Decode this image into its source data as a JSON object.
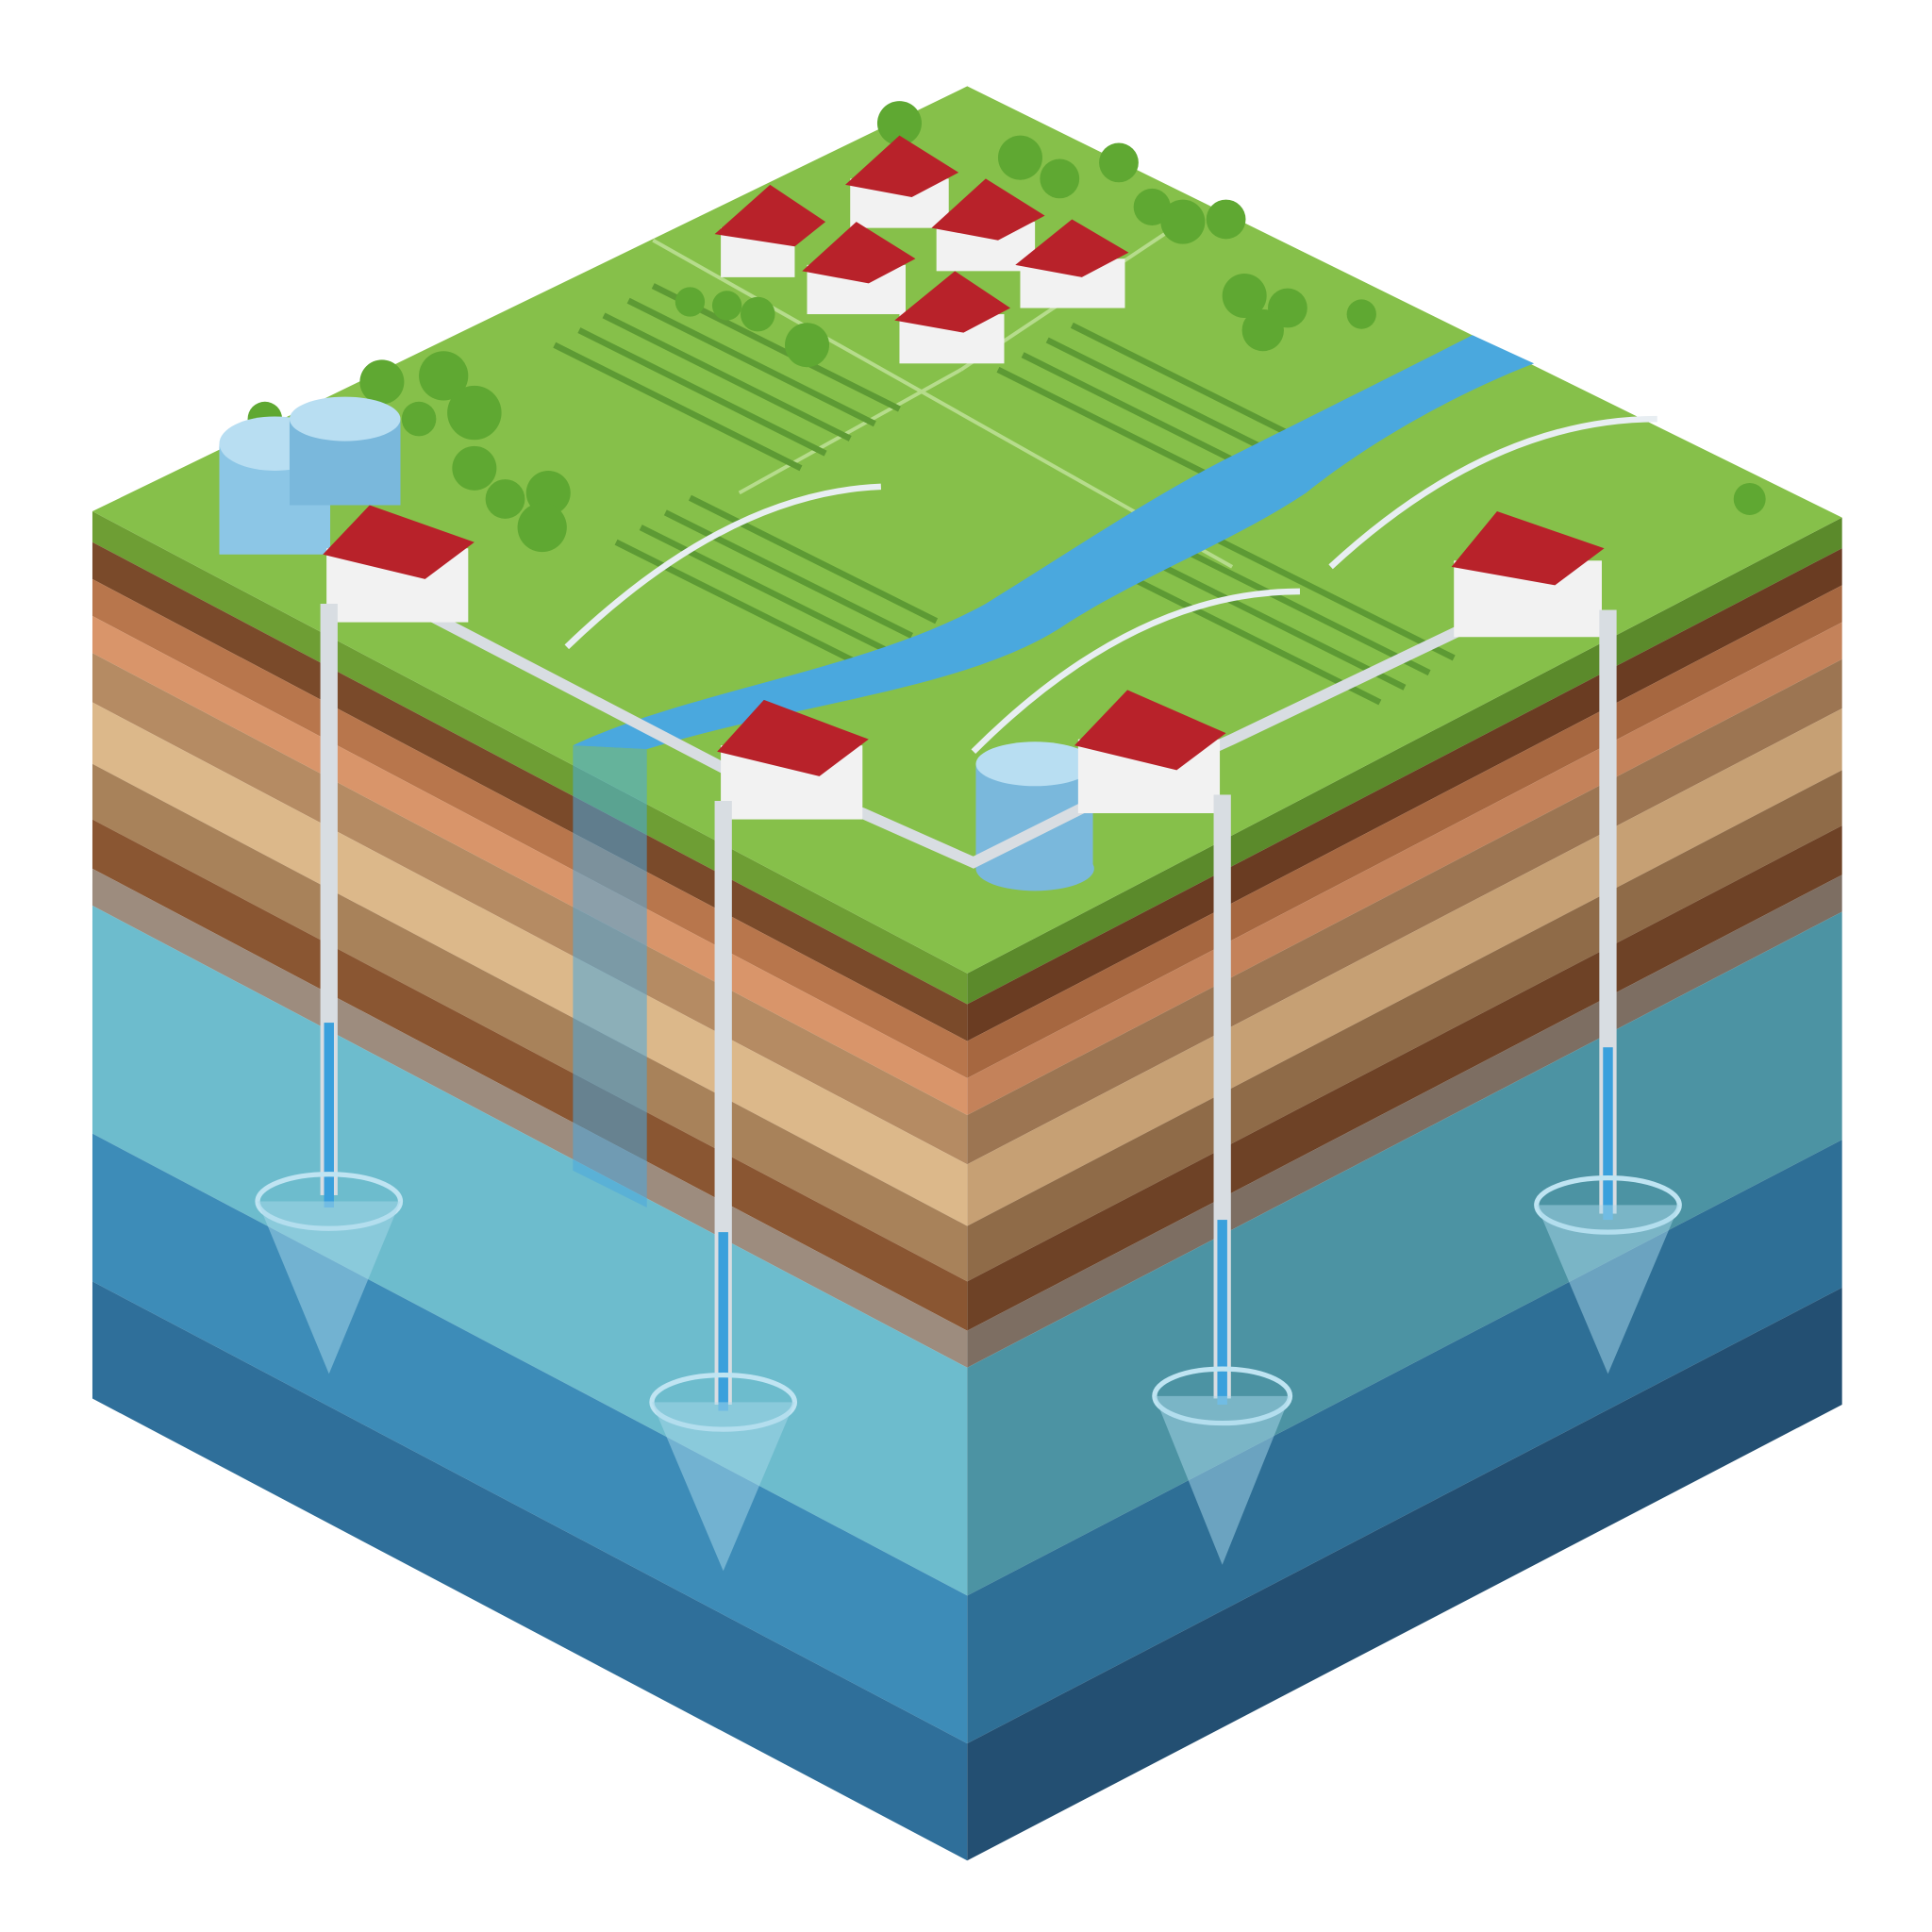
{
  "colors": {
    "background": "#ffffff",
    "grass": "#86c04a",
    "grass_dark": "#6aa33a",
    "river": "#4aa8de",
    "roof": "#b8222a",
    "wall": "#f2f2f2",
    "pipe": "#d8dde2",
    "tree": "#5fa832",
    "tank": "#8cc6e6"
  },
  "layers": [
    {
      "name": "topsoil",
      "left": "#6e9e34",
      "right": "#5b8a2b"
    },
    {
      "name": "dark-brown-soil",
      "left": "#7a4a2a",
      "right": "#6a3c22"
    },
    {
      "name": "clay",
      "left": "#b8764c",
      "right": "#a66740"
    },
    {
      "name": "orange-clay",
      "left": "#d9956a",
      "right": "#c4825a"
    },
    {
      "name": "silt",
      "left": "#b58b63",
      "right": "#9c7552"
    },
    {
      "name": "sand",
      "left": "#dcb88a",
      "right": "#c6a074"
    },
    {
      "name": "loam",
      "left": "#a8825a",
      "right": "#8f6b48"
    },
    {
      "name": "dense-clay",
      "left": "#8a5632",
      "right": "#6e4226"
    },
    {
      "name": "gravel",
      "left": "#9d8c7e",
      "right": "#7d6e62"
    },
    {
      "name": "upper-aquifer",
      "left": "#6dbccd",
      "right": "#4c93a3"
    },
    {
      "name": "middle-aquifer",
      "left": "#3d8cb8",
      "right": "#2e6f96"
    },
    {
      "name": "deep-aquifer",
      "left": "#2f6f9a",
      "right": "#234f72"
    }
  ],
  "layer_depths": [
    0,
    25,
    55,
    85,
    115,
    155,
    205,
    250,
    290,
    320,
    505,
    625,
    720
  ]
}
